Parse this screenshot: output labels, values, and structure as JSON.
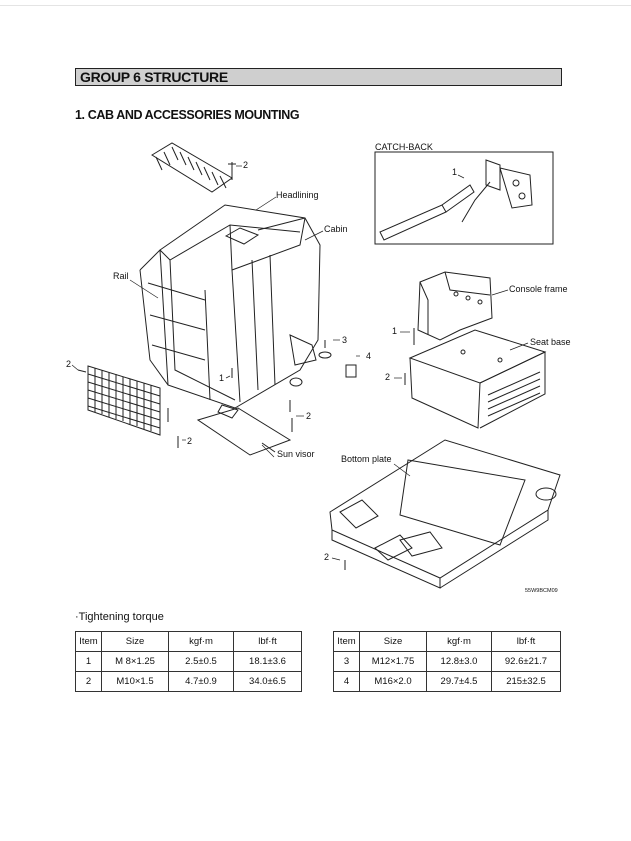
{
  "group_header": "GROUP 6 STRUCTURE",
  "section_title": "1. CAB AND ACCESSORIES MOUNTING",
  "labels": {
    "catch_back": "CATCH-BACK",
    "headlining": "Headlining",
    "cabin": "Cabin",
    "rail": "Rail",
    "console_frame": "Console frame",
    "seat_base": "Seat base",
    "bottom_plate": "Bottom plate",
    "sun_visor": "Sun visor",
    "drawing_code": "55W9BCM09"
  },
  "callouts": {
    "n1": "1",
    "n2": "2",
    "n3": "3",
    "n4": "4"
  },
  "torque_caption": "·Tightening torque",
  "table_headers": [
    "Item",
    "Size",
    "kgf·m",
    "lbf·ft"
  ],
  "table_left": [
    [
      "1",
      "M 8×1.25",
      "2.5±0.5",
      "18.1±3.6"
    ],
    [
      "2",
      "M10×1.5",
      "4.7±0.9",
      "34.0±6.5"
    ]
  ],
  "table_right": [
    [
      "3",
      "M12×1.75",
      "12.8±3.0",
      "92.6±21.7"
    ],
    [
      "4",
      "M16×2.0",
      "29.7±4.5",
      "215±32.5"
    ]
  ]
}
